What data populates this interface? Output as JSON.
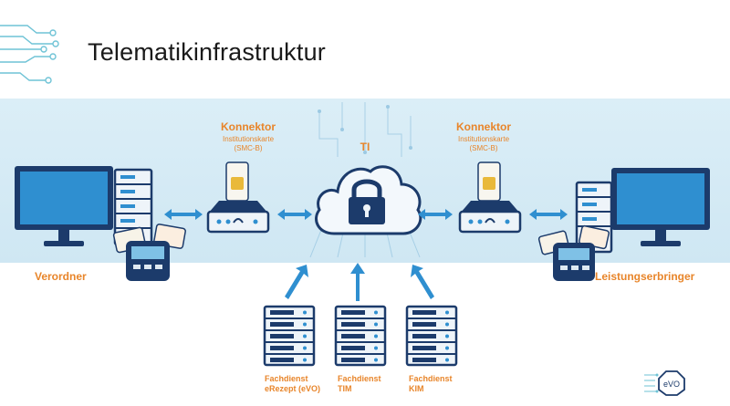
{
  "title": "Telematikinfrastruktur",
  "ti_label": "TI",
  "konnektor_left": {
    "heading": "Konnektor",
    "line1": "Institutionskarte",
    "line2": "(SMC-B)"
  },
  "konnektor_right": {
    "heading": "Konnektor",
    "line1": "Institutionskarte",
    "line2": "(SMC-B)"
  },
  "verordner": "Verordner",
  "leistungserbringer": "Leistungserbringer",
  "services": [
    {
      "line1": "Fachdienst",
      "line2": "eRezept (eVO)"
    },
    {
      "line1": "Fachdienst",
      "line2": "TIM"
    },
    {
      "line1": "Fachdienst",
      "line2": "KIM"
    }
  ],
  "logo_text": "eVO",
  "colors": {
    "accent": "#e8852a",
    "navy": "#1c3b6b",
    "band": "#d6ebf5",
    "blue": "#2f8fd0"
  },
  "icons": [
    "circuit-deco-icon",
    "desktop-computer-icon",
    "server-tower-icon",
    "card-reader-icon",
    "router-icon",
    "cloud-lock-icon",
    "server-rack-icon",
    "double-arrow-icon",
    "up-arrow-icon",
    "evo-logo-icon"
  ]
}
